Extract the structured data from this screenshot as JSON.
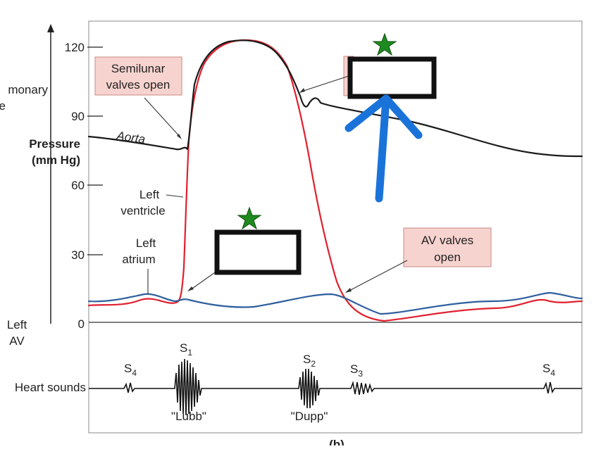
{
  "axis": {
    "title_line1": "Pressure",
    "title_line2": "(mm Hg)",
    "ticks": [
      "120",
      "90",
      "60",
      "30",
      "0"
    ]
  },
  "edge_labels": {
    "pulmonary_partial_1": "monary",
    "pulmonary_partial_2": "e",
    "left_av_1": "Left",
    "left_av_2": "AV",
    "heart_sounds": "Heart sounds",
    "bottom_partial": "(b)"
  },
  "curve_labels": {
    "aorta": "Aorta",
    "left_ventricle_1": "Left",
    "left_ventricle_2": "ventricle",
    "left_atrium_1": "Left",
    "left_atrium_2": "atrium"
  },
  "callouts": {
    "semilunar_open_1": "Semilunar",
    "semilunar_open_2": "valves open",
    "av_open_1": "AV valves",
    "av_open_2": "open"
  },
  "sounds": {
    "s4_first": "S4",
    "s1": "S1",
    "s2": "S2",
    "s3": "S3",
    "s4_last": "S4",
    "lubb": "\"Lubb\"",
    "dupp": "\"Dupp\""
  },
  "colors": {
    "aorta": "#1a1a1a",
    "left_ventricle": "#e0202e",
    "left_atrium": "#2e5f9e",
    "callout_fill": "#f7d3cf",
    "arrow": "#1a73d9",
    "star": "#1f8a1f"
  },
  "icons": {
    "star": "star-icon",
    "arrow": "up-arrow-icon"
  }
}
